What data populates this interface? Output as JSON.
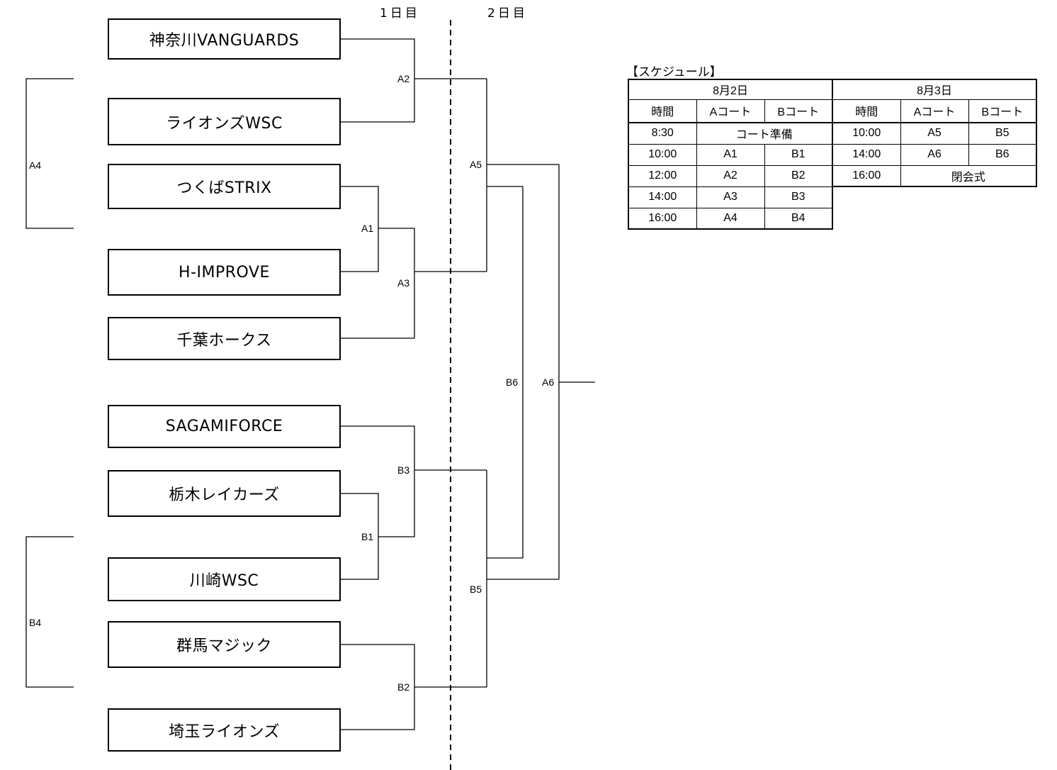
{
  "days": {
    "day1": "1日目",
    "day2": "2日目"
  },
  "teams": [
    "神奈川VANGUARDS",
    "ライオンズWSC",
    "つくばSTRIX",
    "H-IMPROVE",
    "千葉ホークス",
    "SAGAMIFORCE",
    "栃木レイカーズ",
    "川崎WSC",
    "群馬マジック",
    "埼玉ライオンズ"
  ],
  "matches": {
    "A1": "A1",
    "A2": "A2",
    "A3": "A3",
    "A4": "A4",
    "A5": "A5",
    "A6": "A6",
    "B1": "B1",
    "B2": "B2",
    "B3": "B3",
    "B4": "B4",
    "B5": "B5",
    "B6": "B6"
  },
  "schedule": {
    "title": "【スケジュール】",
    "day1": {
      "date": "8月2日",
      "headers": [
        "時間",
        "Aコート",
        "Bコート"
      ],
      "prep_time": "8:30",
      "prep_label": "コート準備",
      "rows": [
        [
          "10:00",
          "A1",
          "B1"
        ],
        [
          "12:00",
          "A2",
          "B2"
        ],
        [
          "14:00",
          "A3",
          "B3"
        ],
        [
          "16:00",
          "A4",
          "B4"
        ]
      ]
    },
    "day2": {
      "date": "8月3日",
      "headers": [
        "時間",
        "Aコート",
        "Bコート"
      ],
      "rows": [
        [
          "10:00",
          "A5",
          "B5"
        ],
        [
          "14:00",
          "A6",
          "B6"
        ]
      ],
      "closing_time": "16:00",
      "closing_label": "閉会式"
    }
  }
}
